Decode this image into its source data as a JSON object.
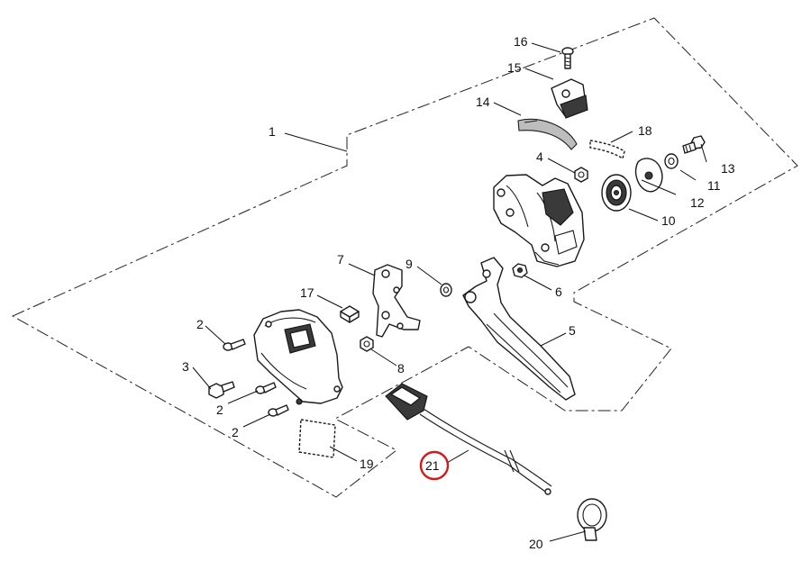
{
  "highlight_color": "#d11a1a",
  "highlighted_callout": "21",
  "callouts": {
    "c1": "1",
    "c2a": "2",
    "c2b": "2",
    "c2c": "2",
    "c3": "3",
    "c4": "4",
    "c5": "5",
    "c6": "6",
    "c7": "7",
    "c8": "8",
    "c9": "9",
    "c10": "10",
    "c11": "11",
    "c12": "12",
    "c13": "13",
    "c14": "14",
    "c15": "15",
    "c16": "16",
    "c17": "17",
    "c18": "18",
    "c19": "19",
    "c20": "20",
    "c21": "21"
  }
}
